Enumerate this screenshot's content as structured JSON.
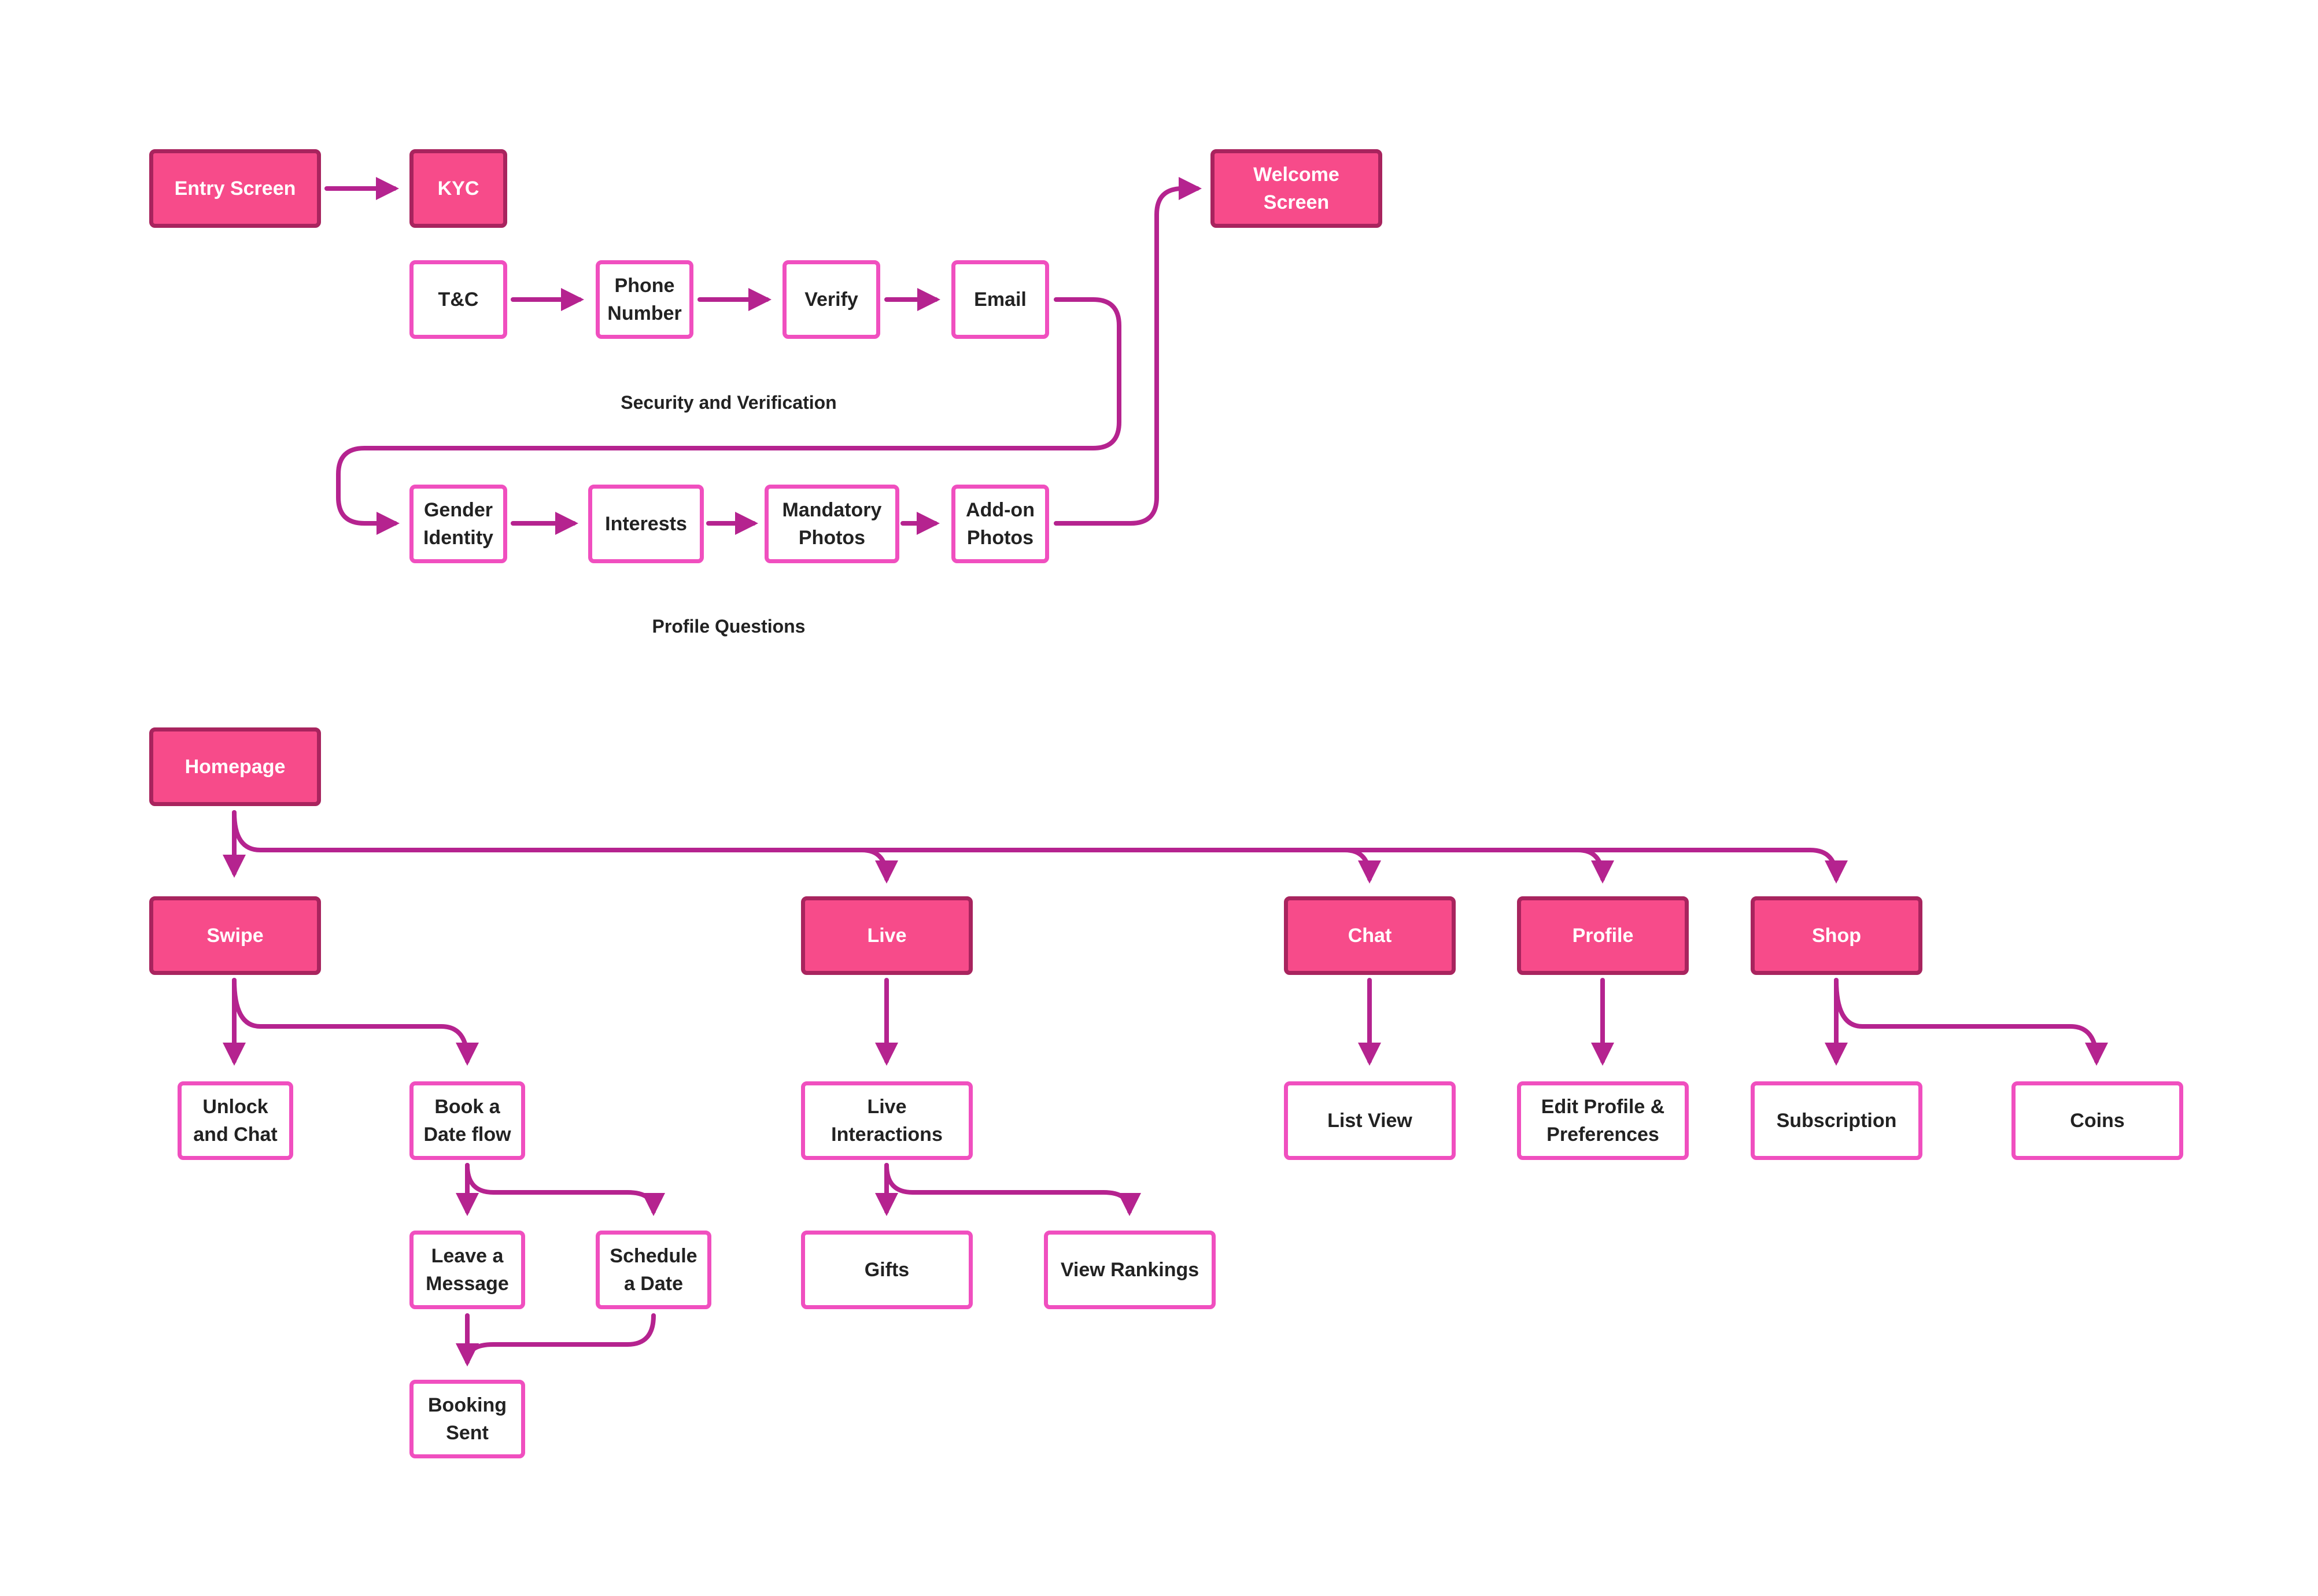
{
  "colors": {
    "filled": "#f74b8a",
    "filled_border": "#a8245e",
    "outline_border": "#f04fbf",
    "edge": "#b5238f"
  },
  "nodes": {
    "entry_screen": "Entry Screen",
    "kyc": "KYC",
    "welcome_screen": "Welcome\nScreen",
    "tc": "T&C",
    "phone_number": "Phone\nNumber",
    "verify": "Verify",
    "email": "Email",
    "gender_identity": "Gender\nIdentity",
    "interests": "Interests",
    "mandatory_photos": "Mandatory\nPhotos",
    "addon_photos": "Add-on\nPhotos",
    "homepage": "Homepage",
    "swipe": "Swipe",
    "live": "Live",
    "chat": "Chat",
    "profile": "Profile",
    "shop": "Shop",
    "unlock_chat": "Unlock\nand Chat",
    "book_date": "Book a\nDate flow",
    "leave_message": "Leave a\nMessage",
    "schedule_date": "Schedule\na Date",
    "booking_sent": "Booking\nSent",
    "live_interactions": "Live Interactions",
    "gifts": "Gifts",
    "view_rankings": "View Rankings",
    "list_view": "List View",
    "edit_profile": "Edit Profile &\nPreferences",
    "subscription": "Subscription",
    "coins": "Coins"
  },
  "captions": {
    "security": "Security and Verification",
    "profile_questions": "Profile Questions"
  }
}
